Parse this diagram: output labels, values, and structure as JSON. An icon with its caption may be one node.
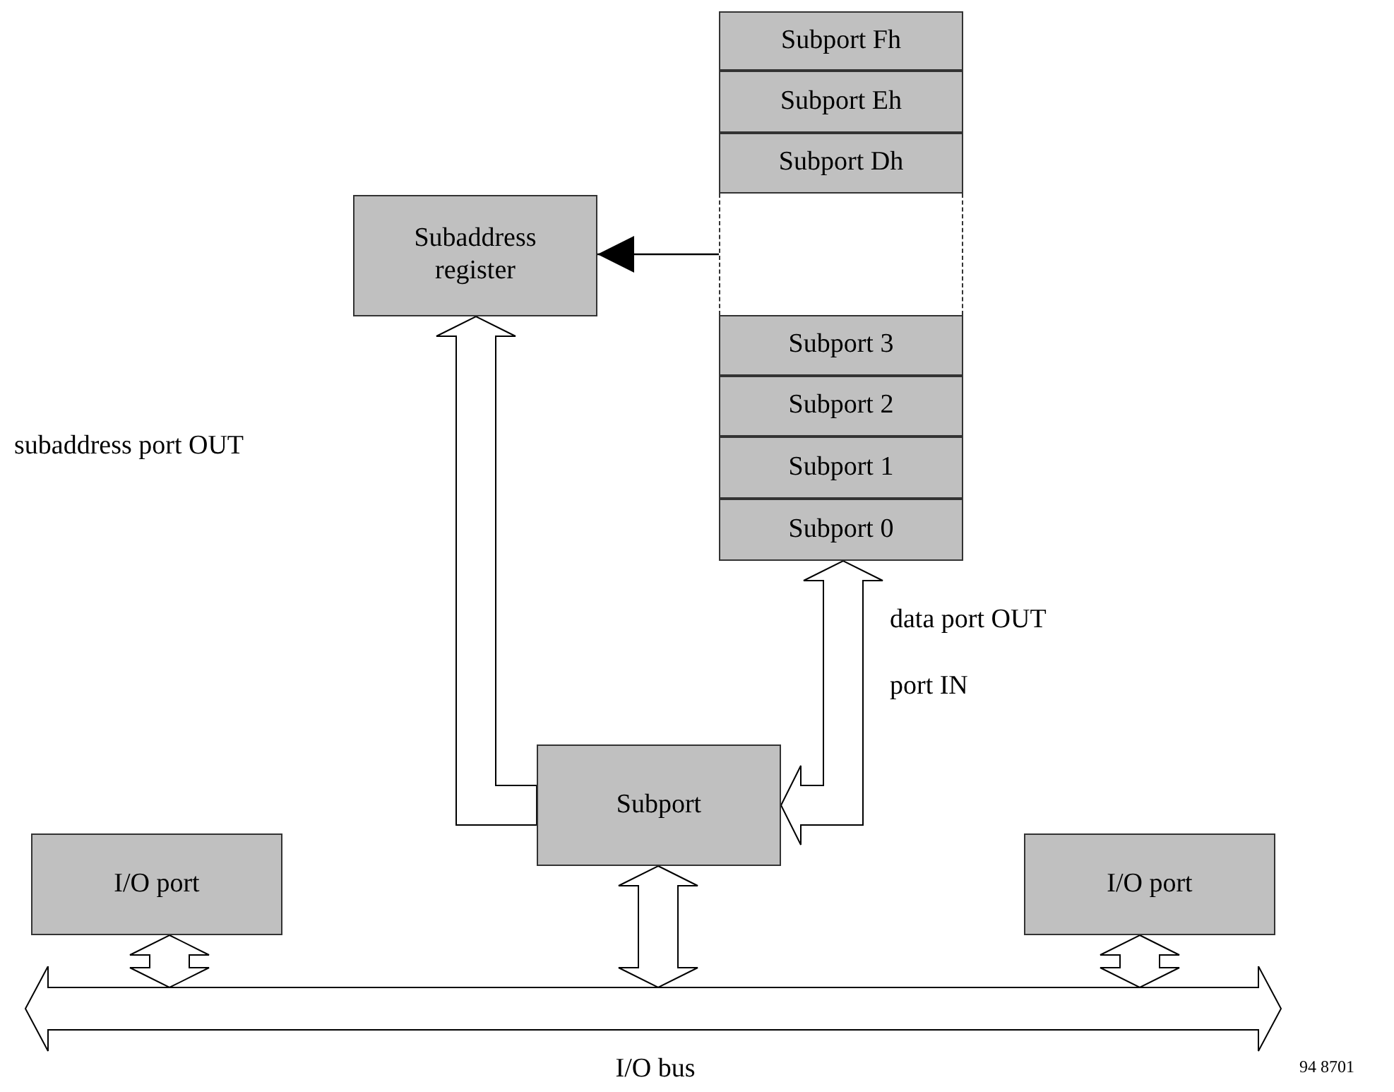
{
  "diagram": {
    "nodes": [
      {
        "text": [
          "Subport Fh"
        ]
      },
      {
        "text": [
          "Subport Eh"
        ]
      },
      {
        "text": [
          "Subport Dh"
        ]
      },
      {
        "text": [],
        "shape": "box"
      },
      {
        "text": [
          "Subport 3"
        ]
      },
      {
        "text": [
          "Subport 2"
        ]
      },
      {
        "text": [
          "Subport 1"
        ]
      },
      {
        "text": [
          "Subport 0"
        ]
      },
      {
        "text": [
          "Subaddress register"
        ]
      },
      {
        "text": [
          "I/O port"
        ]
      },
      {
        "text": [
          "Subport"
        ]
      },
      {
        "text": [
          "I/O port"
        ]
      },
      {
        "text": [
          "I/O bus"
        ]
      }
    ],
    "edges": [
      {
        "from": 3,
        "to": 8,
        "arrow": "to"
      },
      {
        "from": 10,
        "to": 8,
        "arrow": "to",
        "style": "thick"
      },
      {
        "from": 10,
        "to": 7,
        "arrow": "both",
        "style": "thick"
      },
      {
        "from": 9,
        "to": 12,
        "arrow": "both",
        "style": "thick"
      },
      {
        "from": 10,
        "to": 12,
        "arrow": "both",
        "style": "thick"
      },
      {
        "from": 11,
        "to": 12,
        "arrow": "both",
        "style": "thick"
      }
    ],
    "labels": [
      "subaddress port OUT",
      "data port OUT",
      "port IN",
      "94 8701"
    ]
  }
}
